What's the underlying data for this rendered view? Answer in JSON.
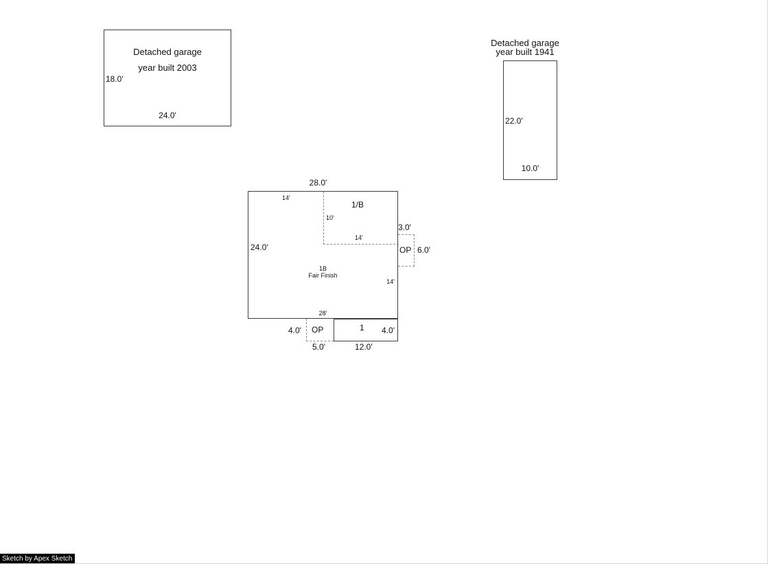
{
  "garage_2003": {
    "name_line1": "Detached garage",
    "name_line2": "year built 2003",
    "dim_left": "18.0'",
    "dim_bottom": "24.0'"
  },
  "garage_1941": {
    "name_line1": "Detached garage",
    "name_line2": "year built 1941",
    "dim_left": "22.0'",
    "dim_bottom": "10.0'"
  },
  "main": {
    "dim_top": "28.0'",
    "dim_left": "24.0'",
    "area_label": "1B",
    "area_sublabel": "Fair Finish",
    "dim_bottom_interior": "28'",
    "dim_right_lower": "14'",
    "basement": {
      "label": "1/B",
      "dim_top": "14'",
      "dim_side": "10'",
      "dim_bottom": "14'"
    },
    "op_right": {
      "label": "OP",
      "dim_top": "3.0'",
      "dim_right": "6.0'"
    },
    "op_bottom": {
      "label": "OP",
      "dim_left": "4.0'",
      "dim_bottom": "5.0'"
    },
    "section_1": {
      "label": "1",
      "dim_right": "4.0'",
      "dim_bottom": "12.0'"
    }
  },
  "footer": {
    "credit": "Sketch by Apex Sketch"
  }
}
